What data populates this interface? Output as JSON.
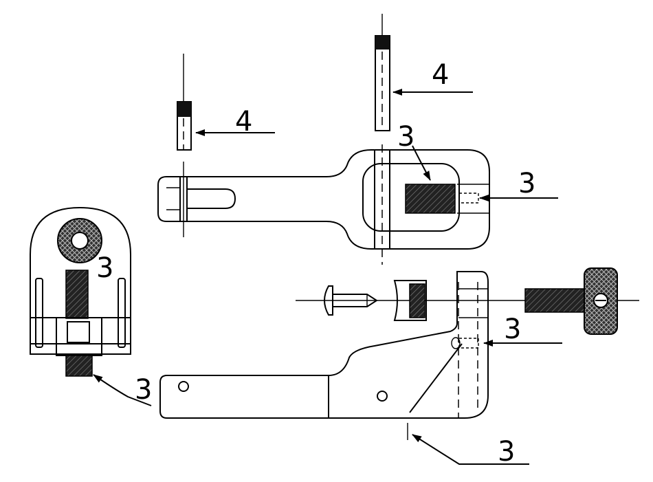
{
  "callouts": {
    "c1": "4",
    "c2": "4",
    "c3": "3",
    "c4": "3",
    "c5": "3",
    "c6": "3",
    "c7": "3",
    "c8": "3"
  },
  "colors": {
    "ink": "#000000",
    "paper": "#ffffff"
  }
}
